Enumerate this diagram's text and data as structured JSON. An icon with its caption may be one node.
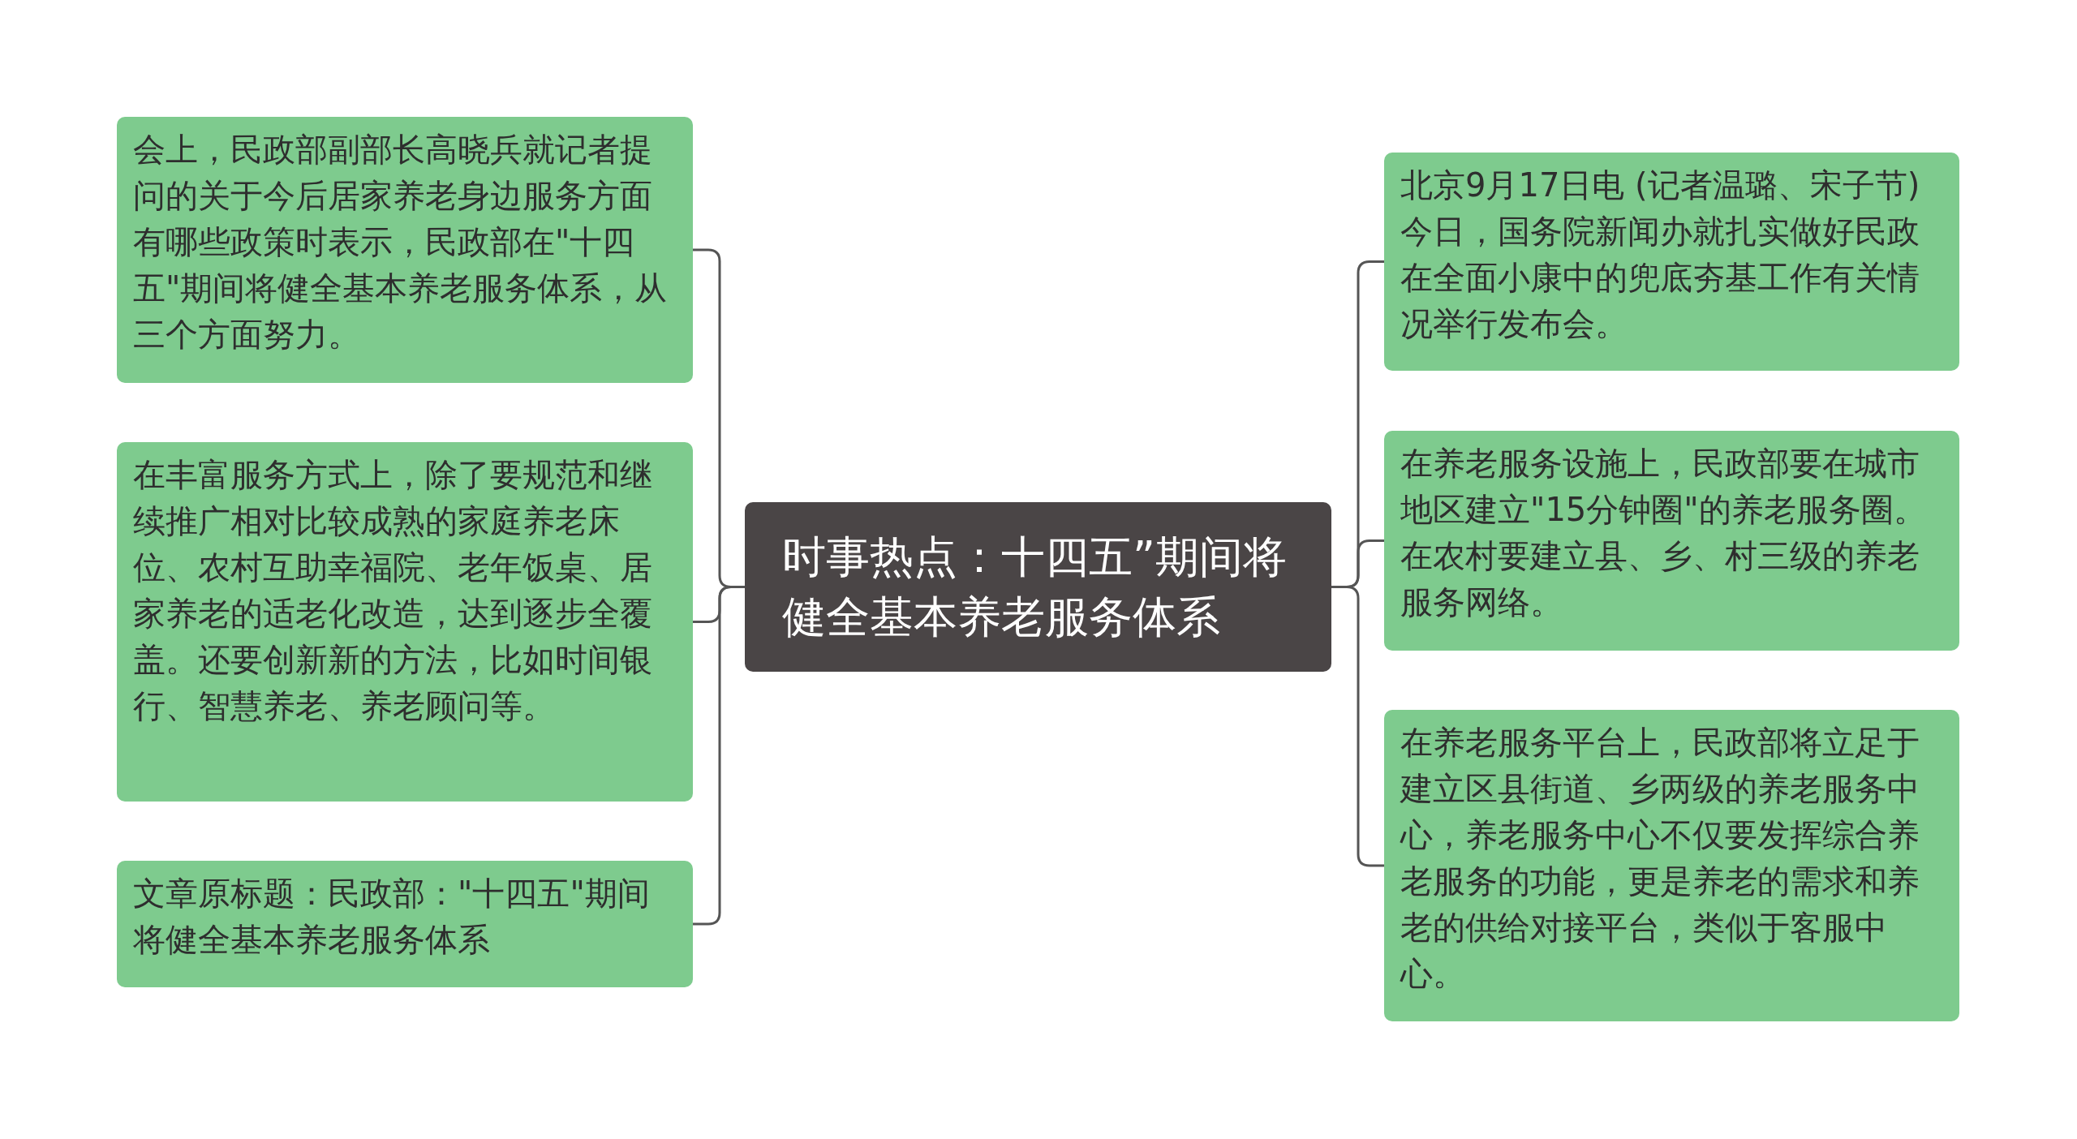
{
  "diagram": {
    "nodes": [
      {
        "text": [
          "时事热点：十四五”期间将健全基本养老服务体系"
        ]
      },
      {
        "text": [
          "会上，民政部副部长高晓兵就记者提问的关于今后居家养老身边服务方面有哪些政策时表示，民政部在\"十四五\"期间将健全基本养老服务体系，从三个方面努力。"
        ]
      },
      {
        "text": [
          "在丰富服务方式上，除了要规范和继续推广相对比较成熟的家庭养老床位、农村互助幸福院、老年饭桌、居家养老的适老化改造，达到逐步全覆盖。还要创新新的方法，比如时间银行、智慧养老、养老顾问等。"
        ]
      },
      {
        "text": [
          "文章原标题：民政部：\"十四五\"期间将健全基本养老服务体系"
        ]
      },
      {
        "text": [
          "北京9月17日电 (记者温璐、宋子节)今日，国务院新闻办就扎实做好民政在全面小康中的兜底夯基工作有关情况举行发布会。"
        ]
      },
      {
        "text": [
          "在养老服务设施上，民政部要在城市地区建立\"15分钟圈\"的养老服务圈。在农村要建立县、乡、村三级的养老服务网络。"
        ]
      },
      {
        "text": [
          "在养老服务平台上，民政部将立足于建立区县街道、乡两级的养老服务中心，养老服务中心不仅要发挥综合养老服务的功能，更是养老的需求和养老的供给对接平台，类似于客服中心。"
        ]
      }
    ],
    "edges": [
      {
        "from": 0,
        "to": 1,
        "arrow": "none"
      },
      {
        "from": 0,
        "to": 2,
        "arrow": "none"
      },
      {
        "from": 0,
        "to": 3,
        "arrow": "none"
      },
      {
        "from": 0,
        "to": 4,
        "arrow": "none"
      },
      {
        "from": 0,
        "to": 5,
        "arrow": "none"
      },
      {
        "from": 0,
        "to": 6,
        "arrow": "none"
      }
    ]
  }
}
